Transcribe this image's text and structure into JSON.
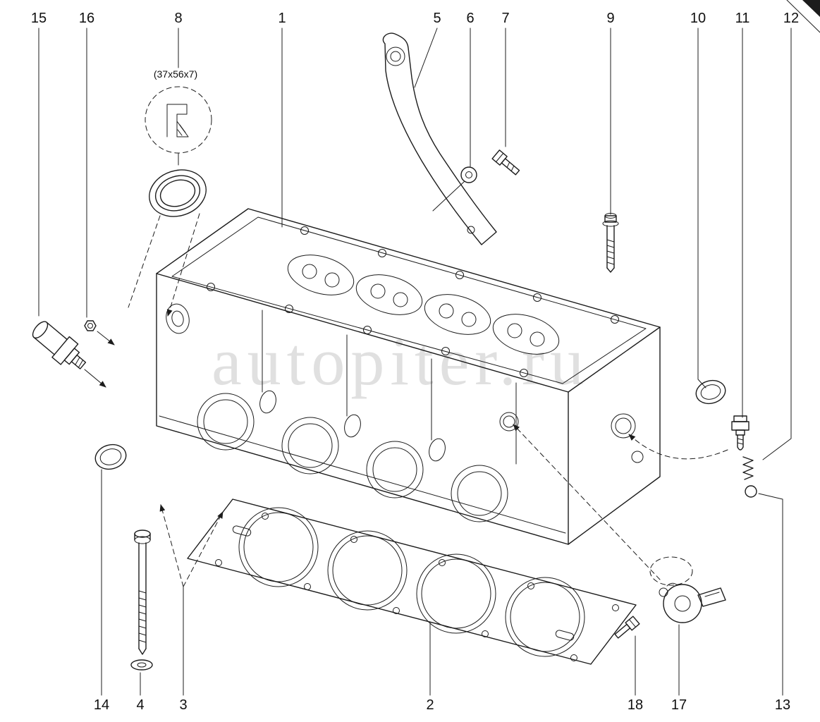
{
  "callouts": {
    "c1": "1",
    "c2": "2",
    "c3": "3",
    "c4": "4",
    "c5": "5",
    "c6": "6",
    "c7": "7",
    "c8": "8",
    "c9": "9",
    "c10": "10",
    "c11": "11",
    "c12": "12",
    "c13": "13",
    "c14": "14",
    "c15": "15",
    "c16": "16",
    "c17": "17",
    "c18": "18"
  },
  "seal_detail": {
    "dimension": "(37x56x7)"
  },
  "watermark": {
    "text": "autopiter.ru"
  },
  "colors": {
    "line": "#1c1c1c",
    "watermark": "#c7c7c7",
    "background": "#ffffff"
  }
}
